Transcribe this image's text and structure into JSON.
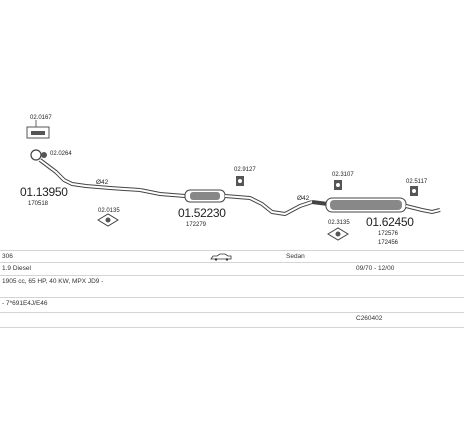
{
  "parts": {
    "bracket_a": "02.0167",
    "clamp_a": "02.0264",
    "front_pipe": "01.13950",
    "front_pipe_ref": "170518",
    "pipe_size_a": "Ø42",
    "gasket_a": "02.0135",
    "middle_muffler": "01.52230",
    "middle_muffler_ref": "172279",
    "hanger_a": "02.9127",
    "pipe_size_b": "Ø42",
    "hanger_b": "02.3107",
    "gasket_b": "02.3135",
    "hanger_c": "02.5117",
    "rear_muffler": "01.62450",
    "rear_muffler_ref_a": "172576",
    "rear_muffler_ref_b": "172456"
  },
  "vehicle": {
    "model": "306",
    "body_type": "Sedan",
    "engine": "1.9 Diesel",
    "period": "09/70 - 12/00",
    "specs": "1905 cc, 65 HP, 40 KW, MPX JD9 -",
    "codes": "- 7*691E4J/E46",
    "catalog_code": "C260402"
  }
}
